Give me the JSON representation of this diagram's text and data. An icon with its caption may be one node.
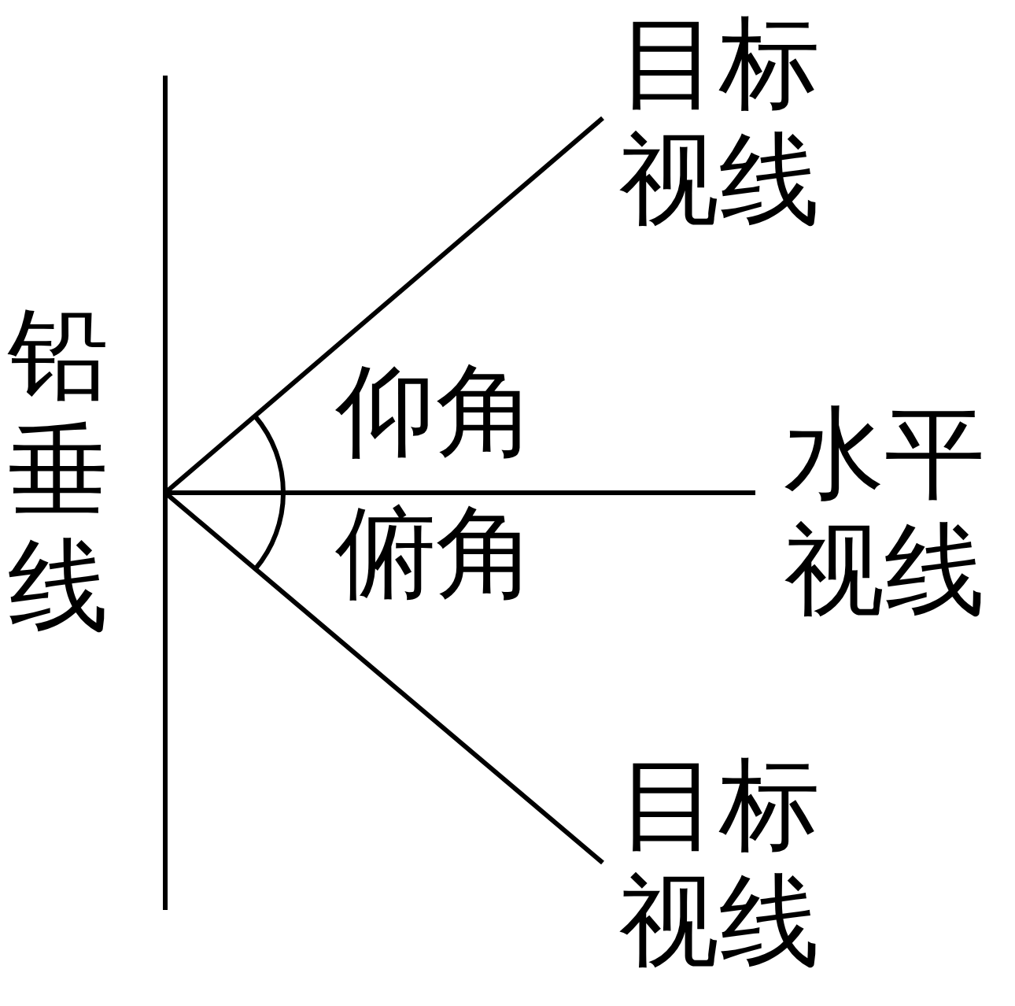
{
  "diagram": {
    "labels": [
      "目标视线",
      "铅垂线",
      "仰角",
      "水平视线",
      "俯角",
      "目标视线"
    ]
  }
}
